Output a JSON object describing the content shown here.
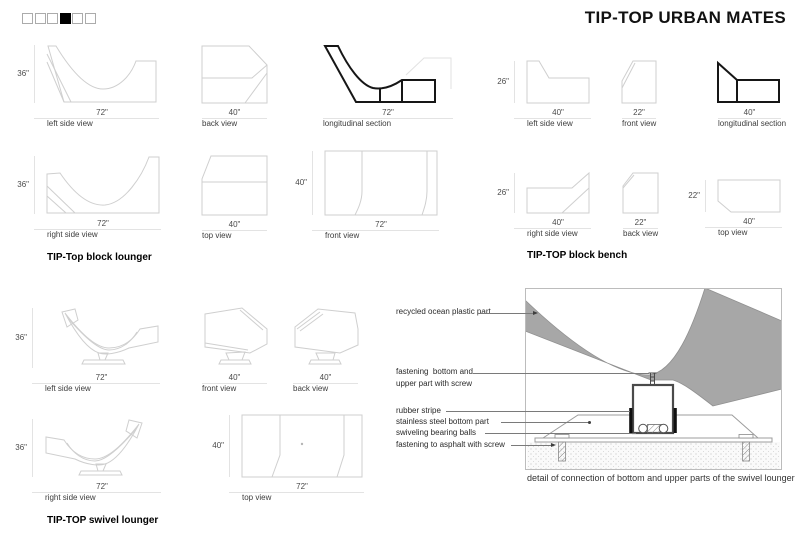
{
  "header": {
    "title": "TIP-TOP URBAN MATES",
    "page_squares": {
      "count": 6,
      "active_index": 3
    }
  },
  "lounger": {
    "label": "TIP-Top block lounger",
    "views": {
      "left_side": {
        "label": "left side view",
        "width": "72\"",
        "height": "36\""
      },
      "back": {
        "label": "back view",
        "width": "40\""
      },
      "longitudinal": {
        "label": "longitudinal section",
        "width": "72\""
      },
      "right_side": {
        "label": "right side view",
        "width": "72\"",
        "height": "36\""
      },
      "top": {
        "label": "top view",
        "width": "40\""
      },
      "front": {
        "label": "front view",
        "width": "72\"",
        "height": "40\""
      }
    }
  },
  "bench": {
    "label": "TIP-TOP block bench",
    "views": {
      "left_side": {
        "label": "left side view",
        "width": "40\"",
        "height": "26\""
      },
      "front": {
        "label": "front view",
        "width": "22\""
      },
      "longitudinal": {
        "label": "longitudinal section",
        "width": "40\""
      },
      "right_side": {
        "label": "right side view",
        "width": "40\"",
        "height": "26\""
      },
      "back": {
        "label": "back view",
        "width": "22\""
      },
      "top": {
        "label": "top view",
        "width": "40\"",
        "height": "22\""
      }
    }
  },
  "swivel": {
    "label": "TIP-TOP swivel lounger",
    "views": {
      "left_side": {
        "label": "left side view",
        "width": "72\"",
        "height": "36\""
      },
      "front": {
        "label": "front view",
        "width": "40\""
      },
      "back": {
        "label": "back view",
        "width": "40\""
      },
      "right_side": {
        "label": "right side view",
        "width": "72\"",
        "height": "36\""
      },
      "top": {
        "label": "top view",
        "width": "72\"",
        "height": "40\""
      }
    }
  },
  "detail": {
    "caption": "detail of connection of bottom and upper parts of the swivel lounger",
    "ann1": "recycled ocean plastic part",
    "ann2a": "fastening  bottom and",
    "ann2b": "upper part with screw",
    "ann3": "rubber stripe",
    "ann4": "stainless steel bottom part",
    "ann5": "swiveling bearing balls",
    "ann6": "fastening to asphalt with screw"
  },
  "colors": {
    "drawing_line": "#cfcfcf",
    "section_line": "#161616",
    "dimension_line": "#e3e3e3",
    "plastic_fill": "#a7a7a7",
    "rubber": "#101010",
    "text": "#3c3c3c"
  }
}
